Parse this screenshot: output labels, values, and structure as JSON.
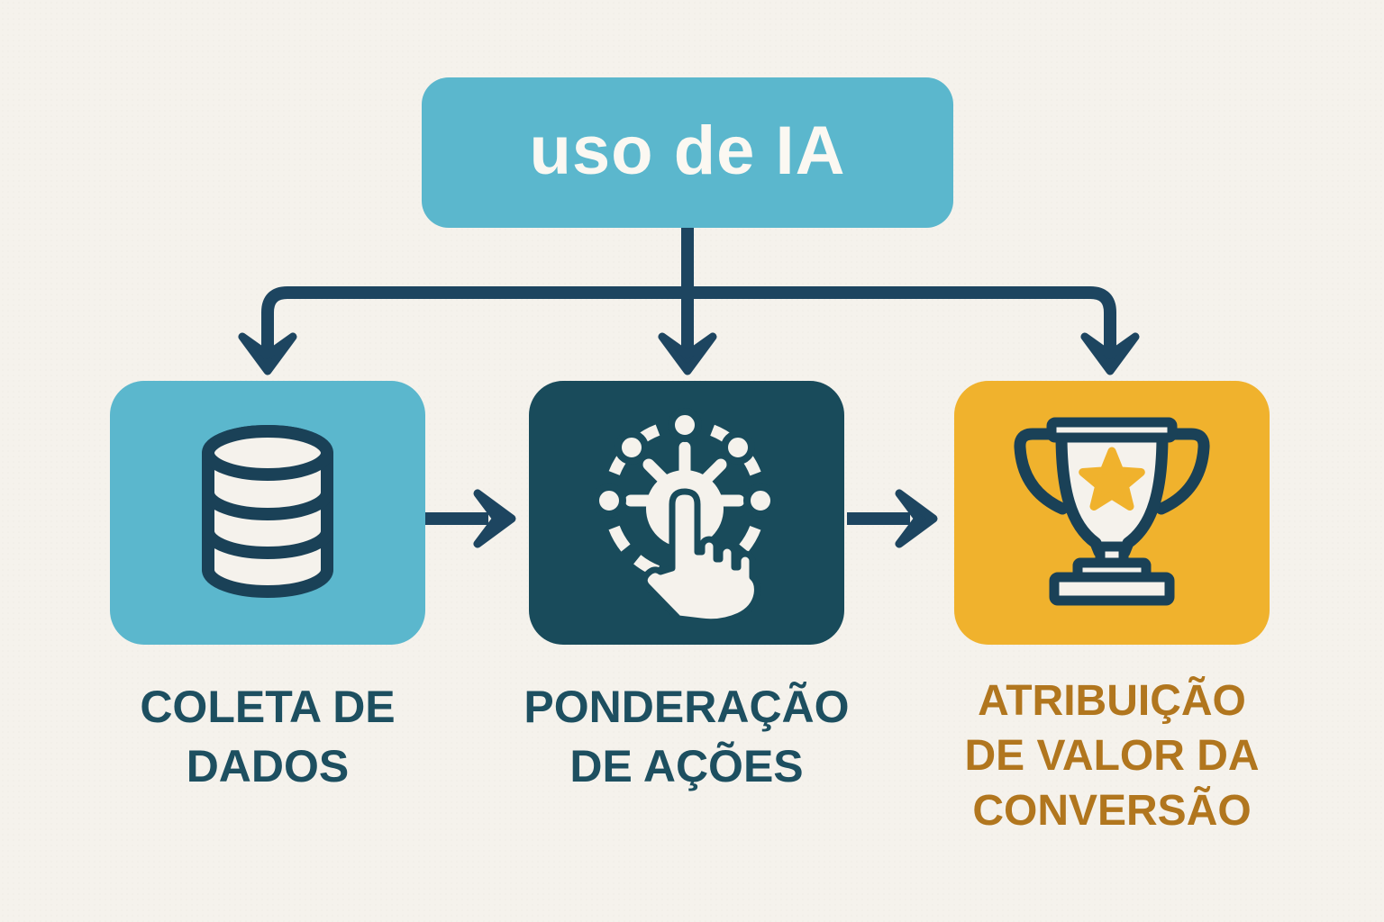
{
  "colors": {
    "background": "#f5f2ec",
    "accent_light_blue": "#5bb7cd",
    "accent_dark_teal": "#194b5b",
    "accent_yellow": "#f0b22d",
    "connector_navy": "#1d4560",
    "label_teal": "#1d4f60",
    "label_ochre": "#b1761e",
    "icon_cream": "#f5f2ec",
    "icon_stroke_navy": "#1a4157"
  },
  "root_node": {
    "label": "uso de IA"
  },
  "steps": [
    {
      "name": "coleta-de-dados",
      "label": "COLETA DE DADOS",
      "label_lines": [
        "COLETA DE",
        "DADOS"
      ],
      "icon": "database-icon",
      "box_color": "#5bb7cd",
      "label_color": "#1d4f60"
    },
    {
      "name": "ponderacao-de-acoes",
      "label": "PONDERAÇÃO DE AÇÕES",
      "label_lines": [
        "PONDERAÇÃO",
        "DE AÇÕES"
      ],
      "icon": "touch-network-icon",
      "box_color": "#194b5b",
      "label_color": "#1d4f60"
    },
    {
      "name": "atribuicao-de-valor-da-conversao",
      "label": "ATRIBUIÇÃO DE VALOR DA CONVERSÃO",
      "label_lines": [
        "ATRIBUIÇÃO",
        "DE VALOR DA",
        "CONVERSÃO"
      ],
      "icon": "trophy-icon",
      "box_color": "#f0b22d",
      "label_color": "#b1761e"
    }
  ]
}
